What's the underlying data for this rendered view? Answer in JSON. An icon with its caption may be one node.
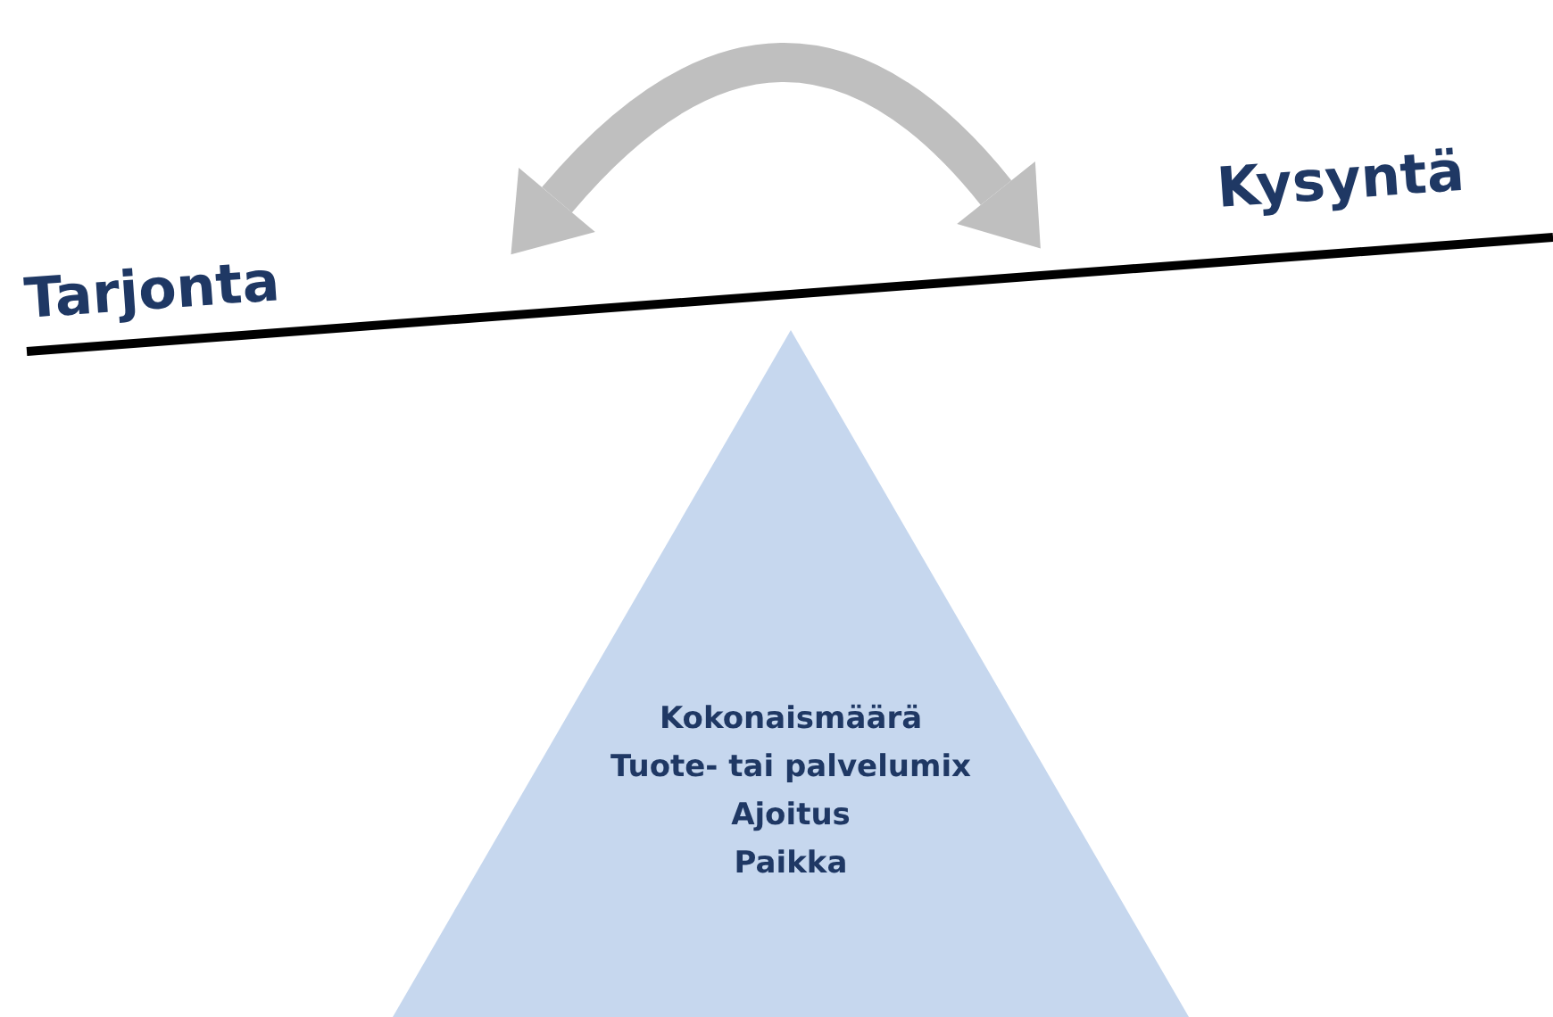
{
  "diagram": {
    "nodes": [
      {
        "text": [
          "Kokonaismäärä",
          "Tuote- tai palvelumix",
          "Ajoitus",
          "Paikka"
        ]
      }
    ],
    "labels": [
      "Tarjonta",
      "Kysyntä"
    ]
  }
}
